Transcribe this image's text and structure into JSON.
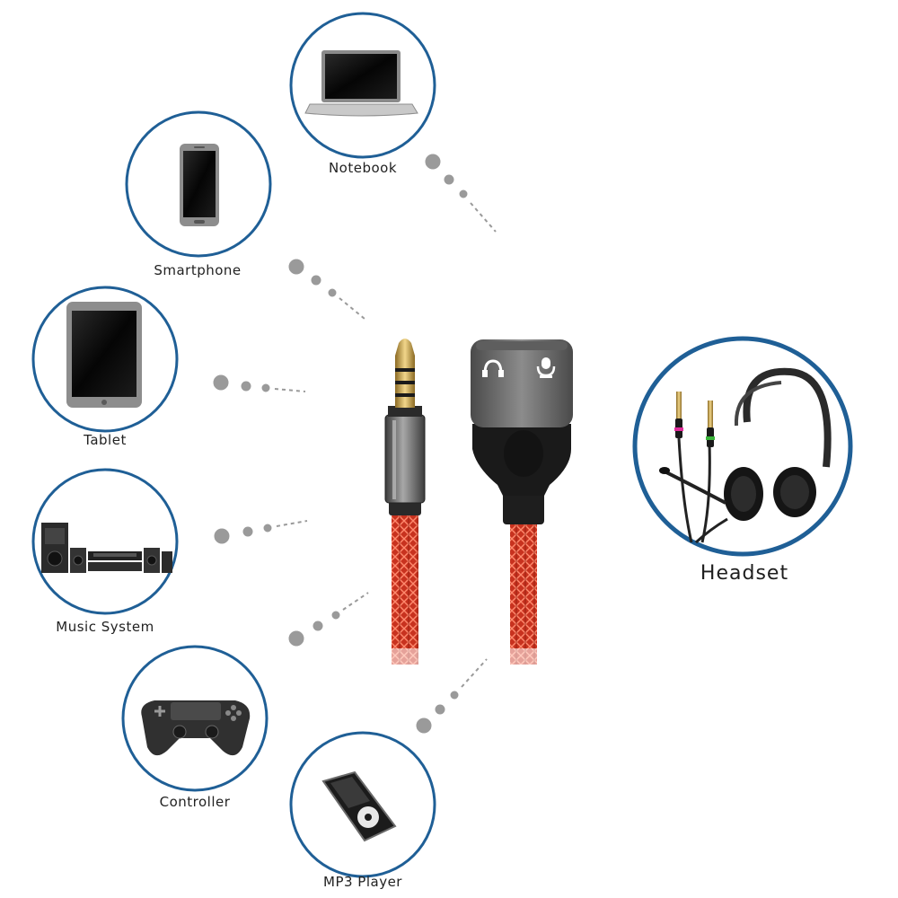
{
  "devices": {
    "notebook": "Notebook",
    "smartphone": "Smartphone",
    "tablet": "Tablet",
    "music_system": "Music System",
    "controller": "Controller",
    "mp3_player": "MP3 Player"
  },
  "headset": "Headset",
  "colors": {
    "ring": "#1f5f96",
    "dots": "#9a9a9a",
    "cable": "#c8321f",
    "adapter": "#6d6d6d",
    "adapter_dark": "#1a1a1a",
    "gold": "#c9a34a"
  },
  "icons": {
    "headphone_port": "headphone-icon",
    "mic_port": "microphone-icon"
  }
}
